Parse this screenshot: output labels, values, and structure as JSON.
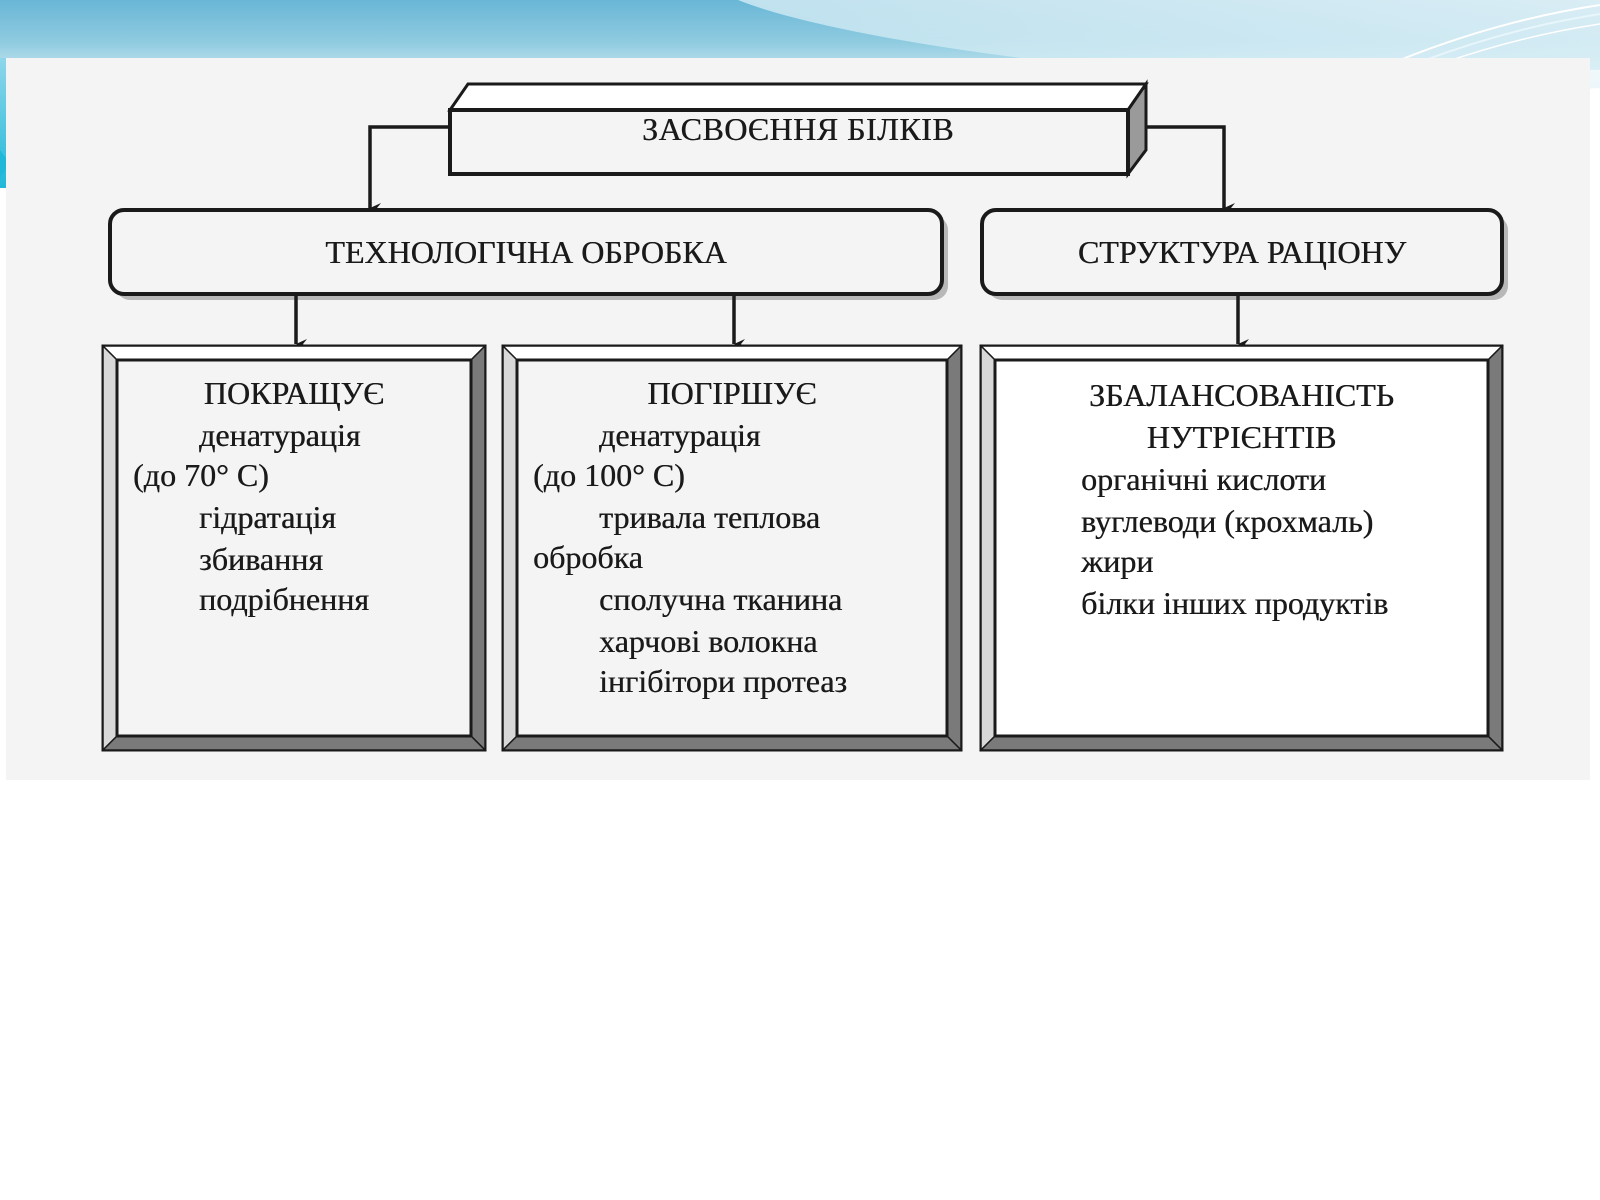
{
  "diagram": {
    "root": {
      "label": "ЗАСВОЄННЯ БІЛКІВ"
    },
    "categories": [
      {
        "label": "ТЕХНОЛОГІЧНА ОБРОБКА"
      },
      {
        "label": "СТРУКТУРА РАЦІОНУ"
      }
    ],
    "details": [
      {
        "heading": "ПОКРАЩУЄ",
        "lines": [
          "денатурація",
          "(до 70° С)",
          "гідратація",
          "збивання",
          "подрібнення"
        ]
      },
      {
        "heading": "ПОГІРШУЄ",
        "lines": [
          "денатурація",
          "(до 100° С)",
          "тривала теплова",
          "обробка",
          "сполучна тканина",
          "харчові волокна",
          "інгібітори протеаз"
        ]
      },
      {
        "heading_lines": [
          "ЗБАЛАНСОВАНІСТЬ",
          "НУТРІЄНТІВ"
        ],
        "lines": [
          "органічні кислоти",
          "вуглеводи (крохмаль)",
          "жири",
          "білки інших продуктів"
        ]
      }
    ]
  },
  "colors": {
    "banner": "#69b6d6",
    "accent": "#20b8d8",
    "box_fill": "#f4f4f4",
    "frame": "#1a1a1a"
  }
}
